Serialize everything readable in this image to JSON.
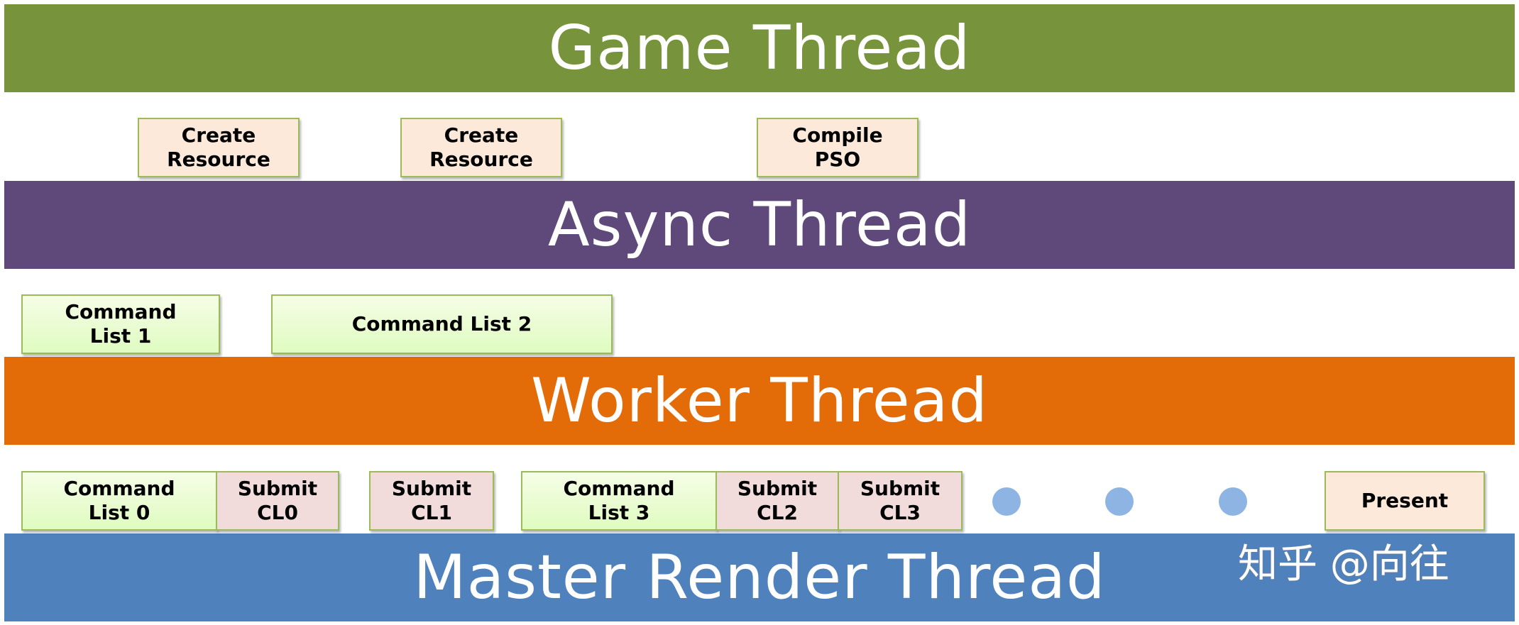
{
  "colors": {
    "game_thread": "#77933c",
    "async_thread": "#5f497a",
    "worker_thread": "#e36c09",
    "master_render_thread": "#4f81bd",
    "task_border": "#9bbb59",
    "peach_box": "#fde9d9",
    "green_box_top": "#f6fde7",
    "green_box_bottom": "#dffcc0",
    "pink_box": "#f2dcdb",
    "dots": "#8eb4e3"
  },
  "threads": {
    "game": "Game Thread",
    "async": "Async Thread",
    "worker": "Worker Thread",
    "master": "Master Render Thread"
  },
  "async_tasks": {
    "create_resource_1": "Create\nResource",
    "create_resource_2": "Create\nResource",
    "compile_pso": "Compile\nPSO"
  },
  "worker_tasks": {
    "command_list_1": "Command\nList 1",
    "command_list_2": "Command List 2"
  },
  "render_tasks": {
    "command_list_0": "Command\nList 0",
    "submit_cl0": "Submit\nCL0",
    "submit_cl1": "Submit\nCL1",
    "command_list_3": "Command\nList 3",
    "submit_cl2": "Submit\nCL2",
    "submit_cl3": "Submit\nCL3",
    "present": "Present"
  },
  "watermark": {
    "text": "知乎 @向往"
  }
}
